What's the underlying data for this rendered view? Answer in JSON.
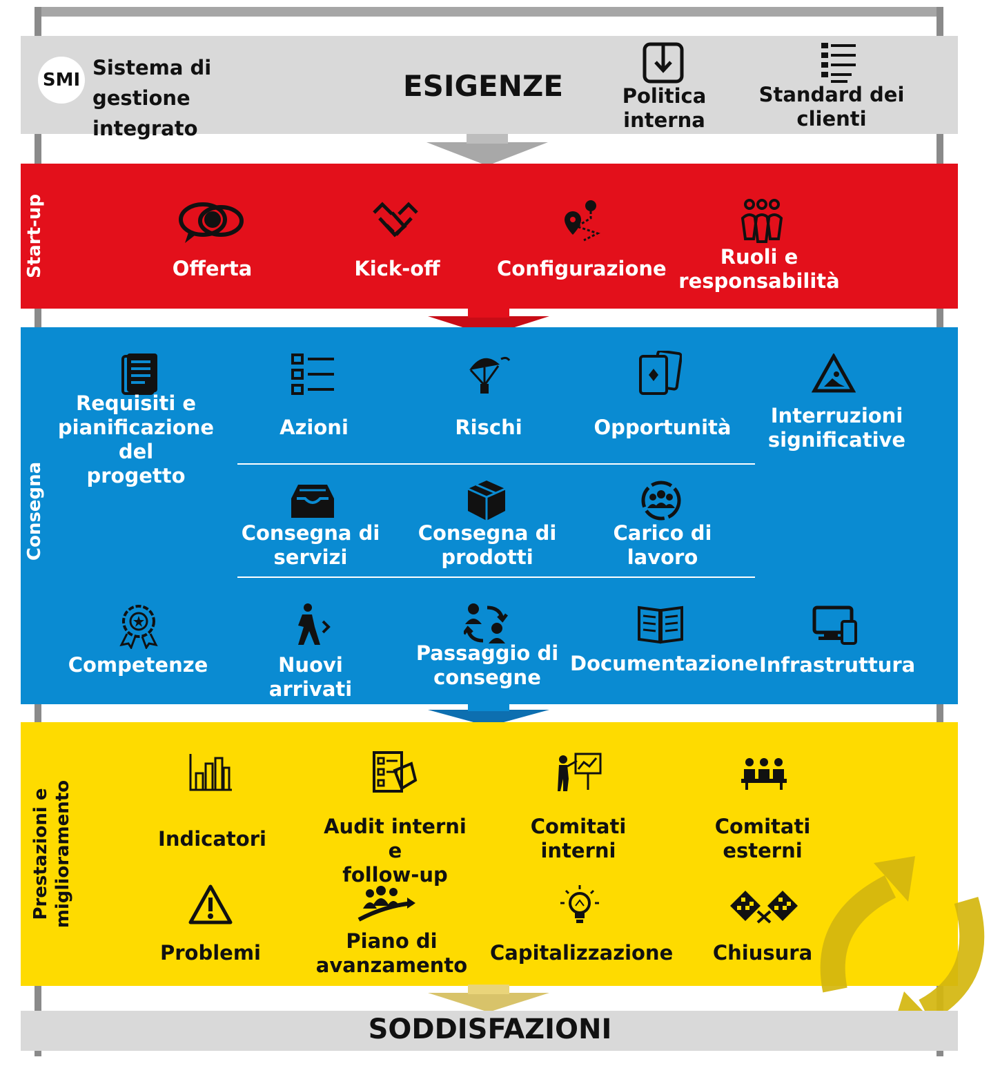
{
  "header": {
    "smi_badge": "SMI",
    "system_title": "Sistema di gestione\nintegrato",
    "title": "ESIGENZE",
    "policy": "Politica\ninterna",
    "standards": "Standard dei\nclienti"
  },
  "startup": {
    "label": "Start-up",
    "items": [
      "Offerta",
      "Kick-off",
      "Configurazione",
      "Ruoli e\nresponsabilità"
    ]
  },
  "delivery": {
    "label": "Consegna",
    "row1": [
      "Requisiti e\npianificazione del\nprogetto",
      "Azioni",
      "Rischi",
      "Opportunità",
      "Interruzioni\nsignificative"
    ],
    "row2": [
      "Consegna di\nservizi",
      "Consegna di\nprodotti",
      "Carico di\nlavoro"
    ],
    "row3": [
      "Competenze",
      "Nuovi arrivati",
      "Passaggio di\nconsegne",
      "Documentazione",
      "Infrastruttura"
    ]
  },
  "performance": {
    "label": "Prestazioni e\nmiglioramento",
    "row1": [
      "Indicatori",
      "Audit interni e\nfollow-up",
      "Comitati\ninterni",
      "Comitati\nesterni"
    ],
    "row2": [
      "Problemi",
      "Piano di\navanzamento",
      "Capitalizzazione",
      "Chiusura"
    ]
  },
  "footer": {
    "title": "SODDISFAZIONI"
  },
  "colors": {
    "red": "#e3101b",
    "blue": "#0a8bd2",
    "yellow": "#fedb00",
    "grey": "#d9d9d9",
    "arrow_yellow": "#d4b60e"
  }
}
